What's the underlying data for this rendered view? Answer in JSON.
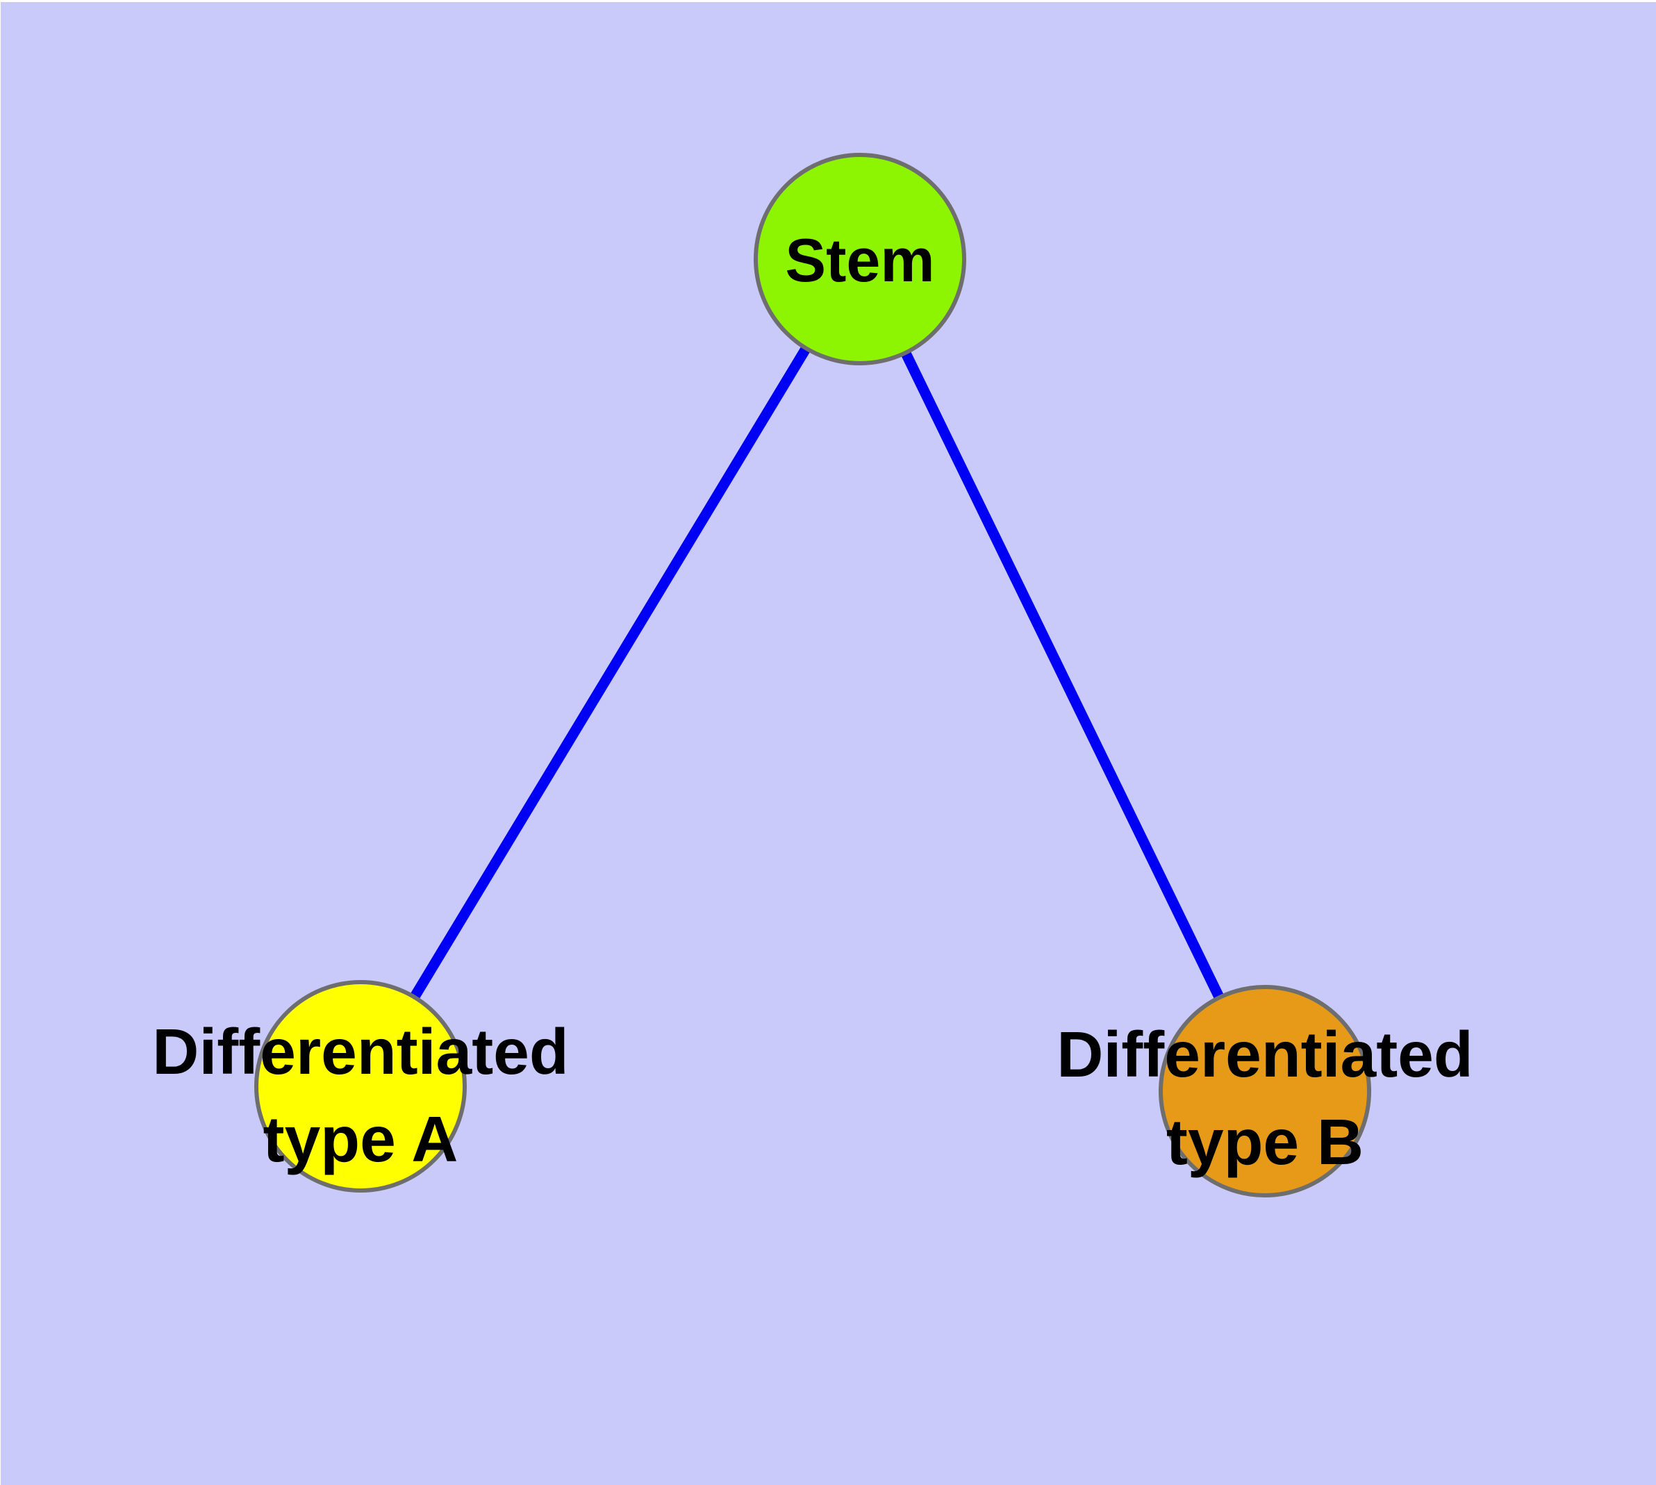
{
  "diagram": {
    "type": "graph",
    "description": "Cell differentiation tree: a Stem node connected to two differentiated cell-type nodes",
    "background_color": "#c9c9fa",
    "margin_color": "#ffffff",
    "edge_color": "#0000f5",
    "node_border_color": "#6e6e6e",
    "text_color": "#000000",
    "nodes": [
      {
        "id": "stem",
        "label": "Stem",
        "fill": "#8df502",
        "shape": "circle"
      },
      {
        "id": "differentiated-type-a",
        "label": "Differentiated type A",
        "label_line1": "Differentiated",
        "label_line2": "type A",
        "fill": "#ffff00",
        "shape": "circle"
      },
      {
        "id": "differentiated-type-b",
        "label": "Differentiated type B",
        "label_line1": "Differentiated",
        "label_line2": "type B",
        "fill": "#e69a18",
        "shape": "circle"
      }
    ],
    "edges": [
      {
        "from": "Stem",
        "to": "Differentiated type A"
      },
      {
        "from": "Stem",
        "to": "Differentiated type B"
      }
    ]
  }
}
